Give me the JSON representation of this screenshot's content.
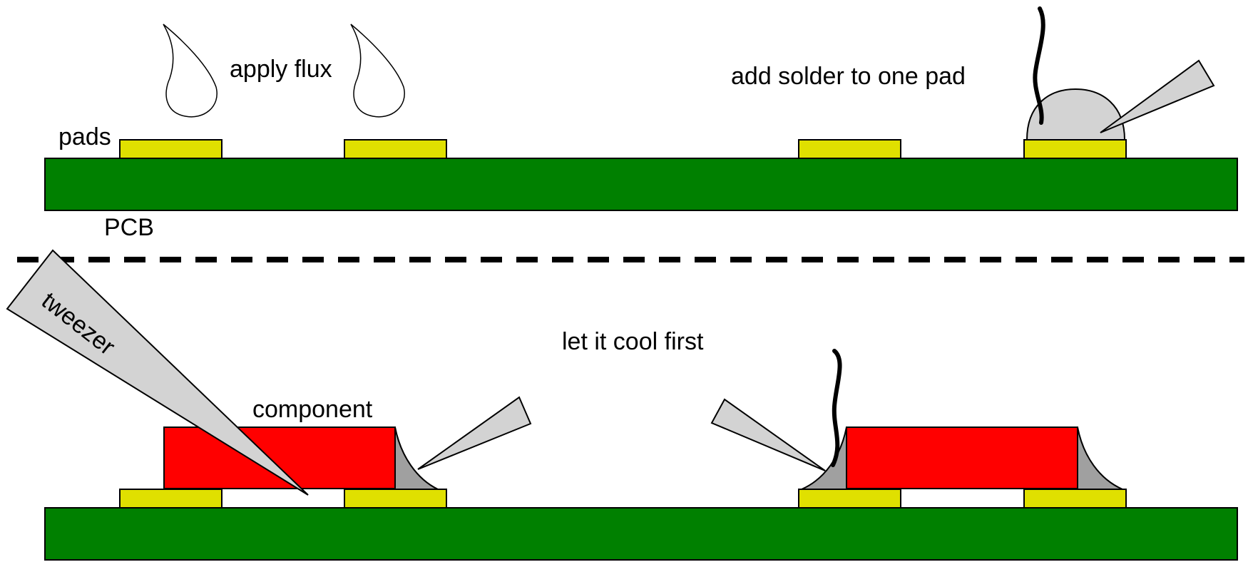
{
  "labels": {
    "pads": "pads",
    "apply_flux": "apply flux",
    "pcb": "PCB",
    "add_solder": "add solder to one pad",
    "tweezer": "tweezer",
    "component": "component",
    "let_cool": "let it cool first"
  },
  "colors": {
    "pcb": "#008000",
    "pad": "#e0e000",
    "component": "#ff0000",
    "solder": "#d3d3d3",
    "fillet": "#a0a0a0",
    "tool": "#d3d3d3",
    "divider": "#000000"
  }
}
